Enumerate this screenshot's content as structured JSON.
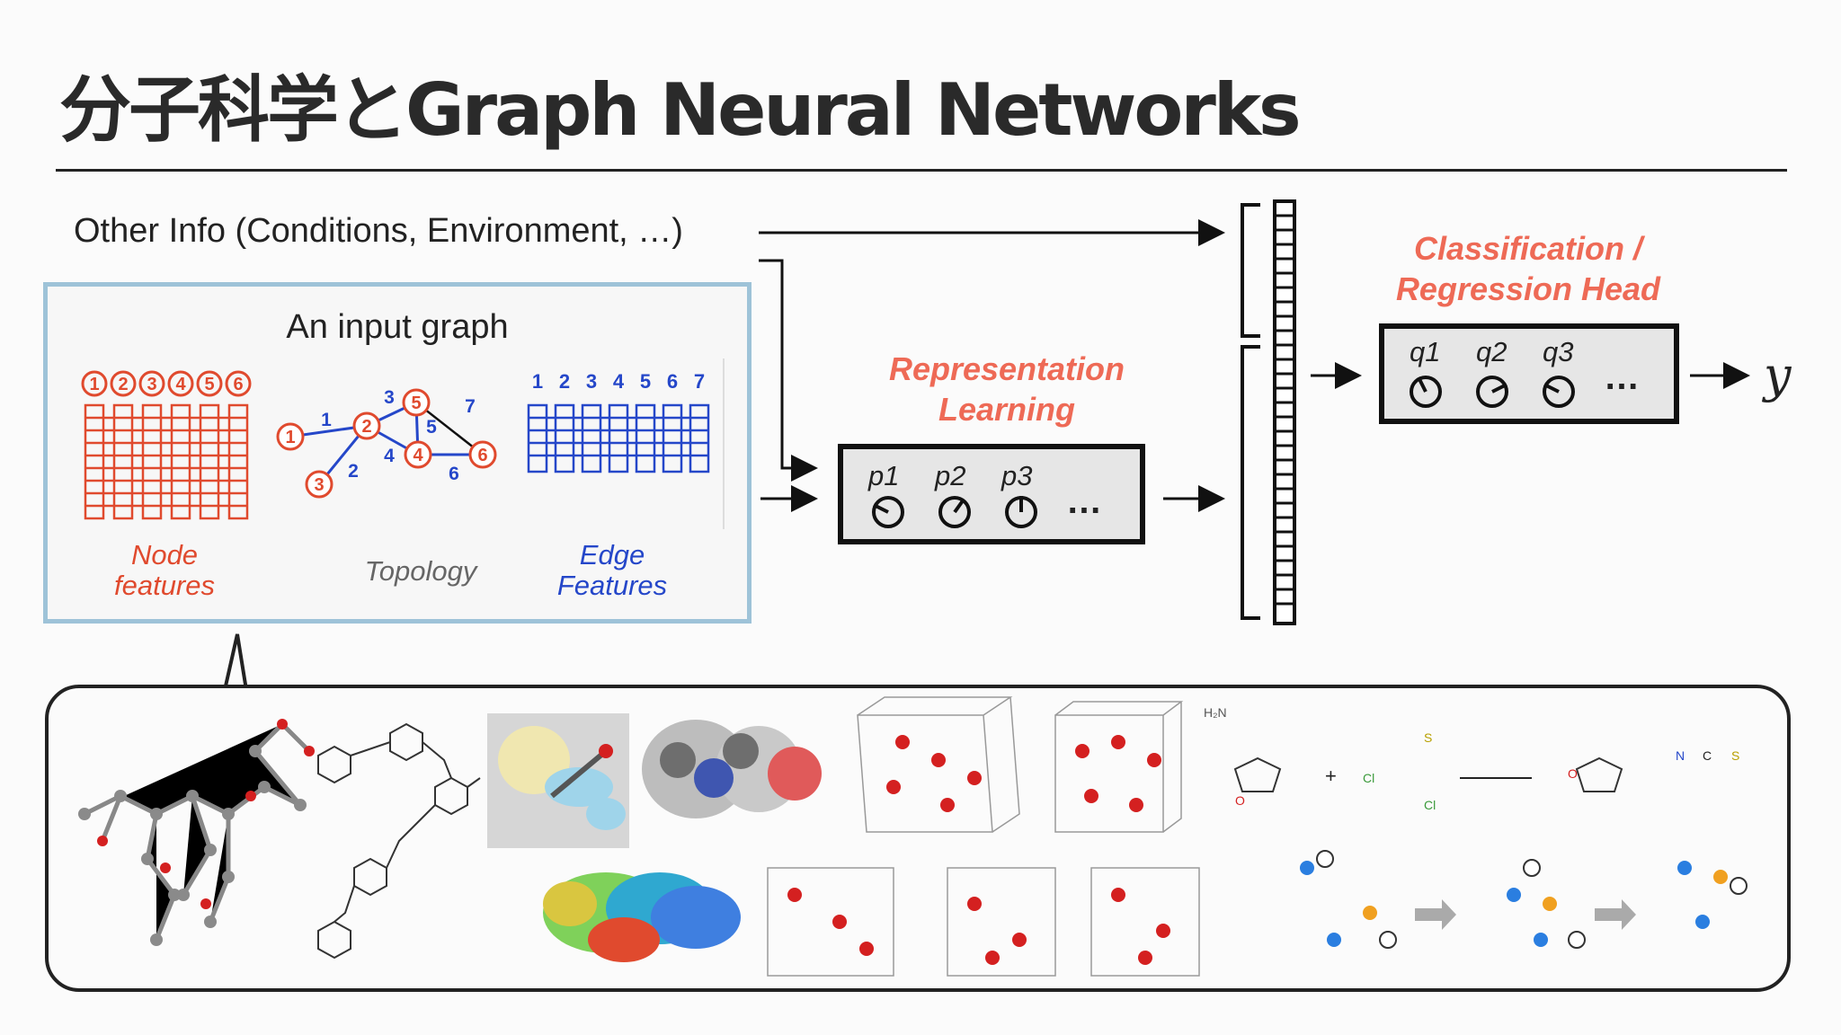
{
  "title": "分子科学とGraph Neural Networks",
  "other_info": "Other Info (Conditions, Environment, …)",
  "input_graph": {
    "title": "An input graph",
    "node_features_label": "Node features",
    "topology_label": "Topology",
    "edge_features_label": "Edge Features",
    "node_numbers": [
      "1",
      "2",
      "3",
      "4",
      "5",
      "6"
    ],
    "edge_numbers": [
      "1",
      "2",
      "3",
      "4",
      "5",
      "6",
      "7"
    ],
    "node_color": "#e04a2e",
    "edge_color": "#2547c9"
  },
  "representation": {
    "title_line1": "Representation",
    "title_line2": "Learning",
    "params": [
      "p1",
      "p2",
      "p3"
    ],
    "ellipsis": "…"
  },
  "head": {
    "title_line1": "Classification /",
    "title_line2": "Regression Head",
    "params": [
      "q1",
      "q2",
      "q3"
    ],
    "ellipsis": "…"
  },
  "output": "y",
  "reaction": {
    "reactant1_label": "H₂N",
    "plus": "+",
    "cl_top": "Cl",
    "cl_bottom": "Cl",
    "s_label": "S",
    "n_label": "N",
    "c_label": "C",
    "s2_label": "S",
    "o_label": "O"
  },
  "colors": {
    "accent_red": "#ee6a56",
    "graph_box_border": "#9ec3d8"
  }
}
